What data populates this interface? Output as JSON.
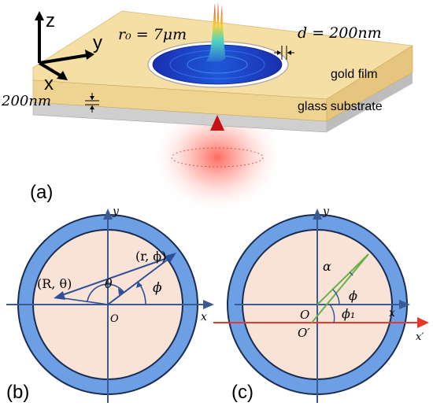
{
  "panel_a": {
    "label": "(a)",
    "axis_z": "z",
    "axis_y": "y",
    "axis_x": "x",
    "radius_label": "r₀ = 7μm",
    "gap_label": "d = 200nm",
    "thickness_label": "200nm",
    "gold_film_label": "gold film",
    "substrate_label": "glass substrate"
  },
  "panel_b": {
    "label": "(b)",
    "axis_x": "x",
    "axis_y": "y",
    "origin": "O",
    "point_r_phi": "(r, ϕ)",
    "point_R_theta": "(R, θ)",
    "angle_theta": "θ",
    "angle_phi": "ϕ"
  },
  "panel_c": {
    "label": "(c)",
    "axis_x": "x",
    "axis_y": "y",
    "axis_x_prime": "x′",
    "origin": "O",
    "origin_prime": "O′",
    "angle_alpha": "α",
    "angle_phi": "ϕ",
    "angle_phi1": "ϕ₁"
  },
  "colors": {
    "gold_top": "#f5dfa5",
    "gold_edge": "#c9a95a",
    "substrate": "#dcdcdc",
    "ring": "#6699e0",
    "disk_fill": "#f8e3d6",
    "axis_blue": "#3a5a94",
    "vector_blue": "#2f4f9a",
    "green": "#6ab04c",
    "red": "#e53a2a"
  }
}
